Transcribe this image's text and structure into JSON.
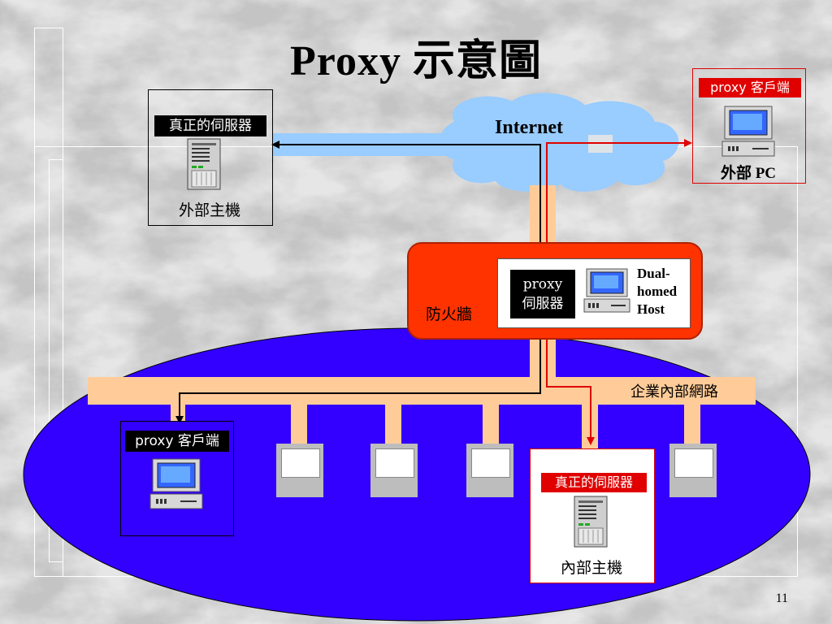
{
  "title": "Proxy 示意圖",
  "internet": {
    "label": "Internet"
  },
  "external_server": {
    "tag": "真正的伺服器",
    "caption": "外部主機"
  },
  "external_pc": {
    "tag": "proxy 客戶端",
    "caption": "外部 PC"
  },
  "firewall": {
    "label": "防火牆",
    "proxy_server_label_line1": "proxy",
    "proxy_server_label_line2": "伺服器",
    "dual_line1": "Dual-",
    "dual_line2": "homed",
    "dual_line3": "Host"
  },
  "lan": {
    "label": "企業內部網路"
  },
  "internal_client": {
    "tag": "proxy 客戶端"
  },
  "internal_server": {
    "tag": "真正的伺服器",
    "caption": "內部主機"
  },
  "page_number": "11",
  "colors": {
    "cloud": "#99ccff",
    "network_bus": "#ffcc99",
    "lan_ellipse": "#3300ff",
    "firewall": "#ff3300",
    "red_line": "#e00000",
    "black_line": "#000000"
  }
}
